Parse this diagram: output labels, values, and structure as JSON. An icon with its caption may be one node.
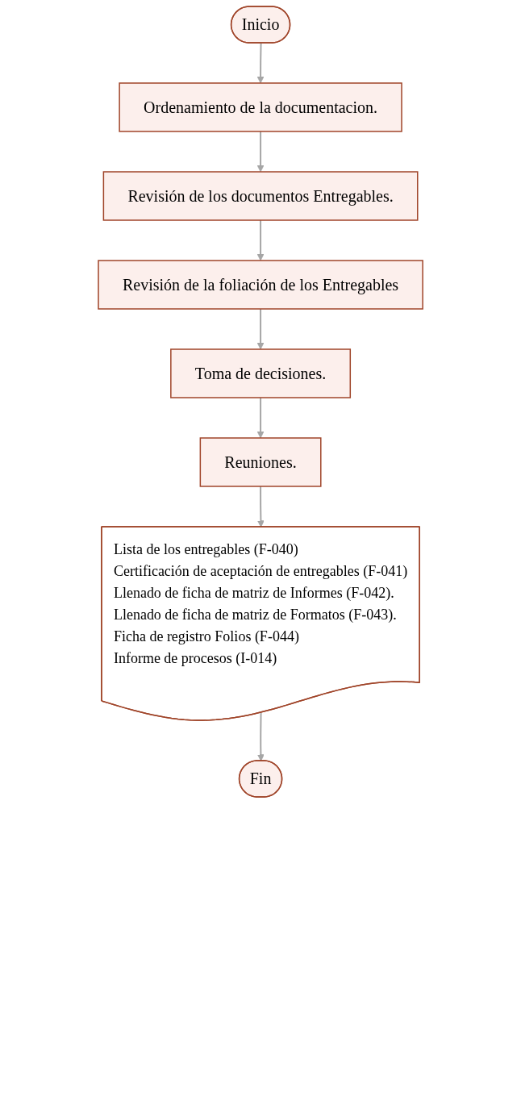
{
  "diagram": {
    "nodes": [
      {
        "text": [
          "Inicio"
        ]
      },
      {
        "text": [
          "Ordenamiento de la documentacion."
        ]
      },
      {
        "text": [
          "Revisión de los documentos Entregables."
        ]
      },
      {
        "text": [
          "Revisión de la foliación de los Entregables"
        ]
      },
      {
        "text": [
          "Toma de decisiones."
        ]
      },
      {
        "text": [
          "Reuniones."
        ]
      },
      {
        "text": [
          "Lista de los entregables (F-040)",
          "Certificación de aceptación de entregables (F-041)",
          "Llenado de ficha de matriz de Informes (F-042).",
          "Llenado de ficha de matriz de Formatos (F-043).",
          "Ficha de registro Folios (F-044)",
          "Informe de procesos (I-014)"
        ]
      },
      {
        "text": [
          "Fin"
        ]
      }
    ],
    "edges": [
      {
        "from": 0,
        "to": 1,
        "arrow": "to"
      },
      {
        "from": 1,
        "to": 2,
        "arrow": "to"
      },
      {
        "from": 2,
        "to": 3,
        "arrow": "to"
      },
      {
        "from": 3,
        "to": 4,
        "arrow": "to"
      },
      {
        "from": 4,
        "to": 5,
        "arrow": "to"
      },
      {
        "from": 5,
        "to": 6,
        "arrow": "to"
      },
      {
        "from": 6,
        "to": 7,
        "arrow": "to"
      }
    ]
  }
}
